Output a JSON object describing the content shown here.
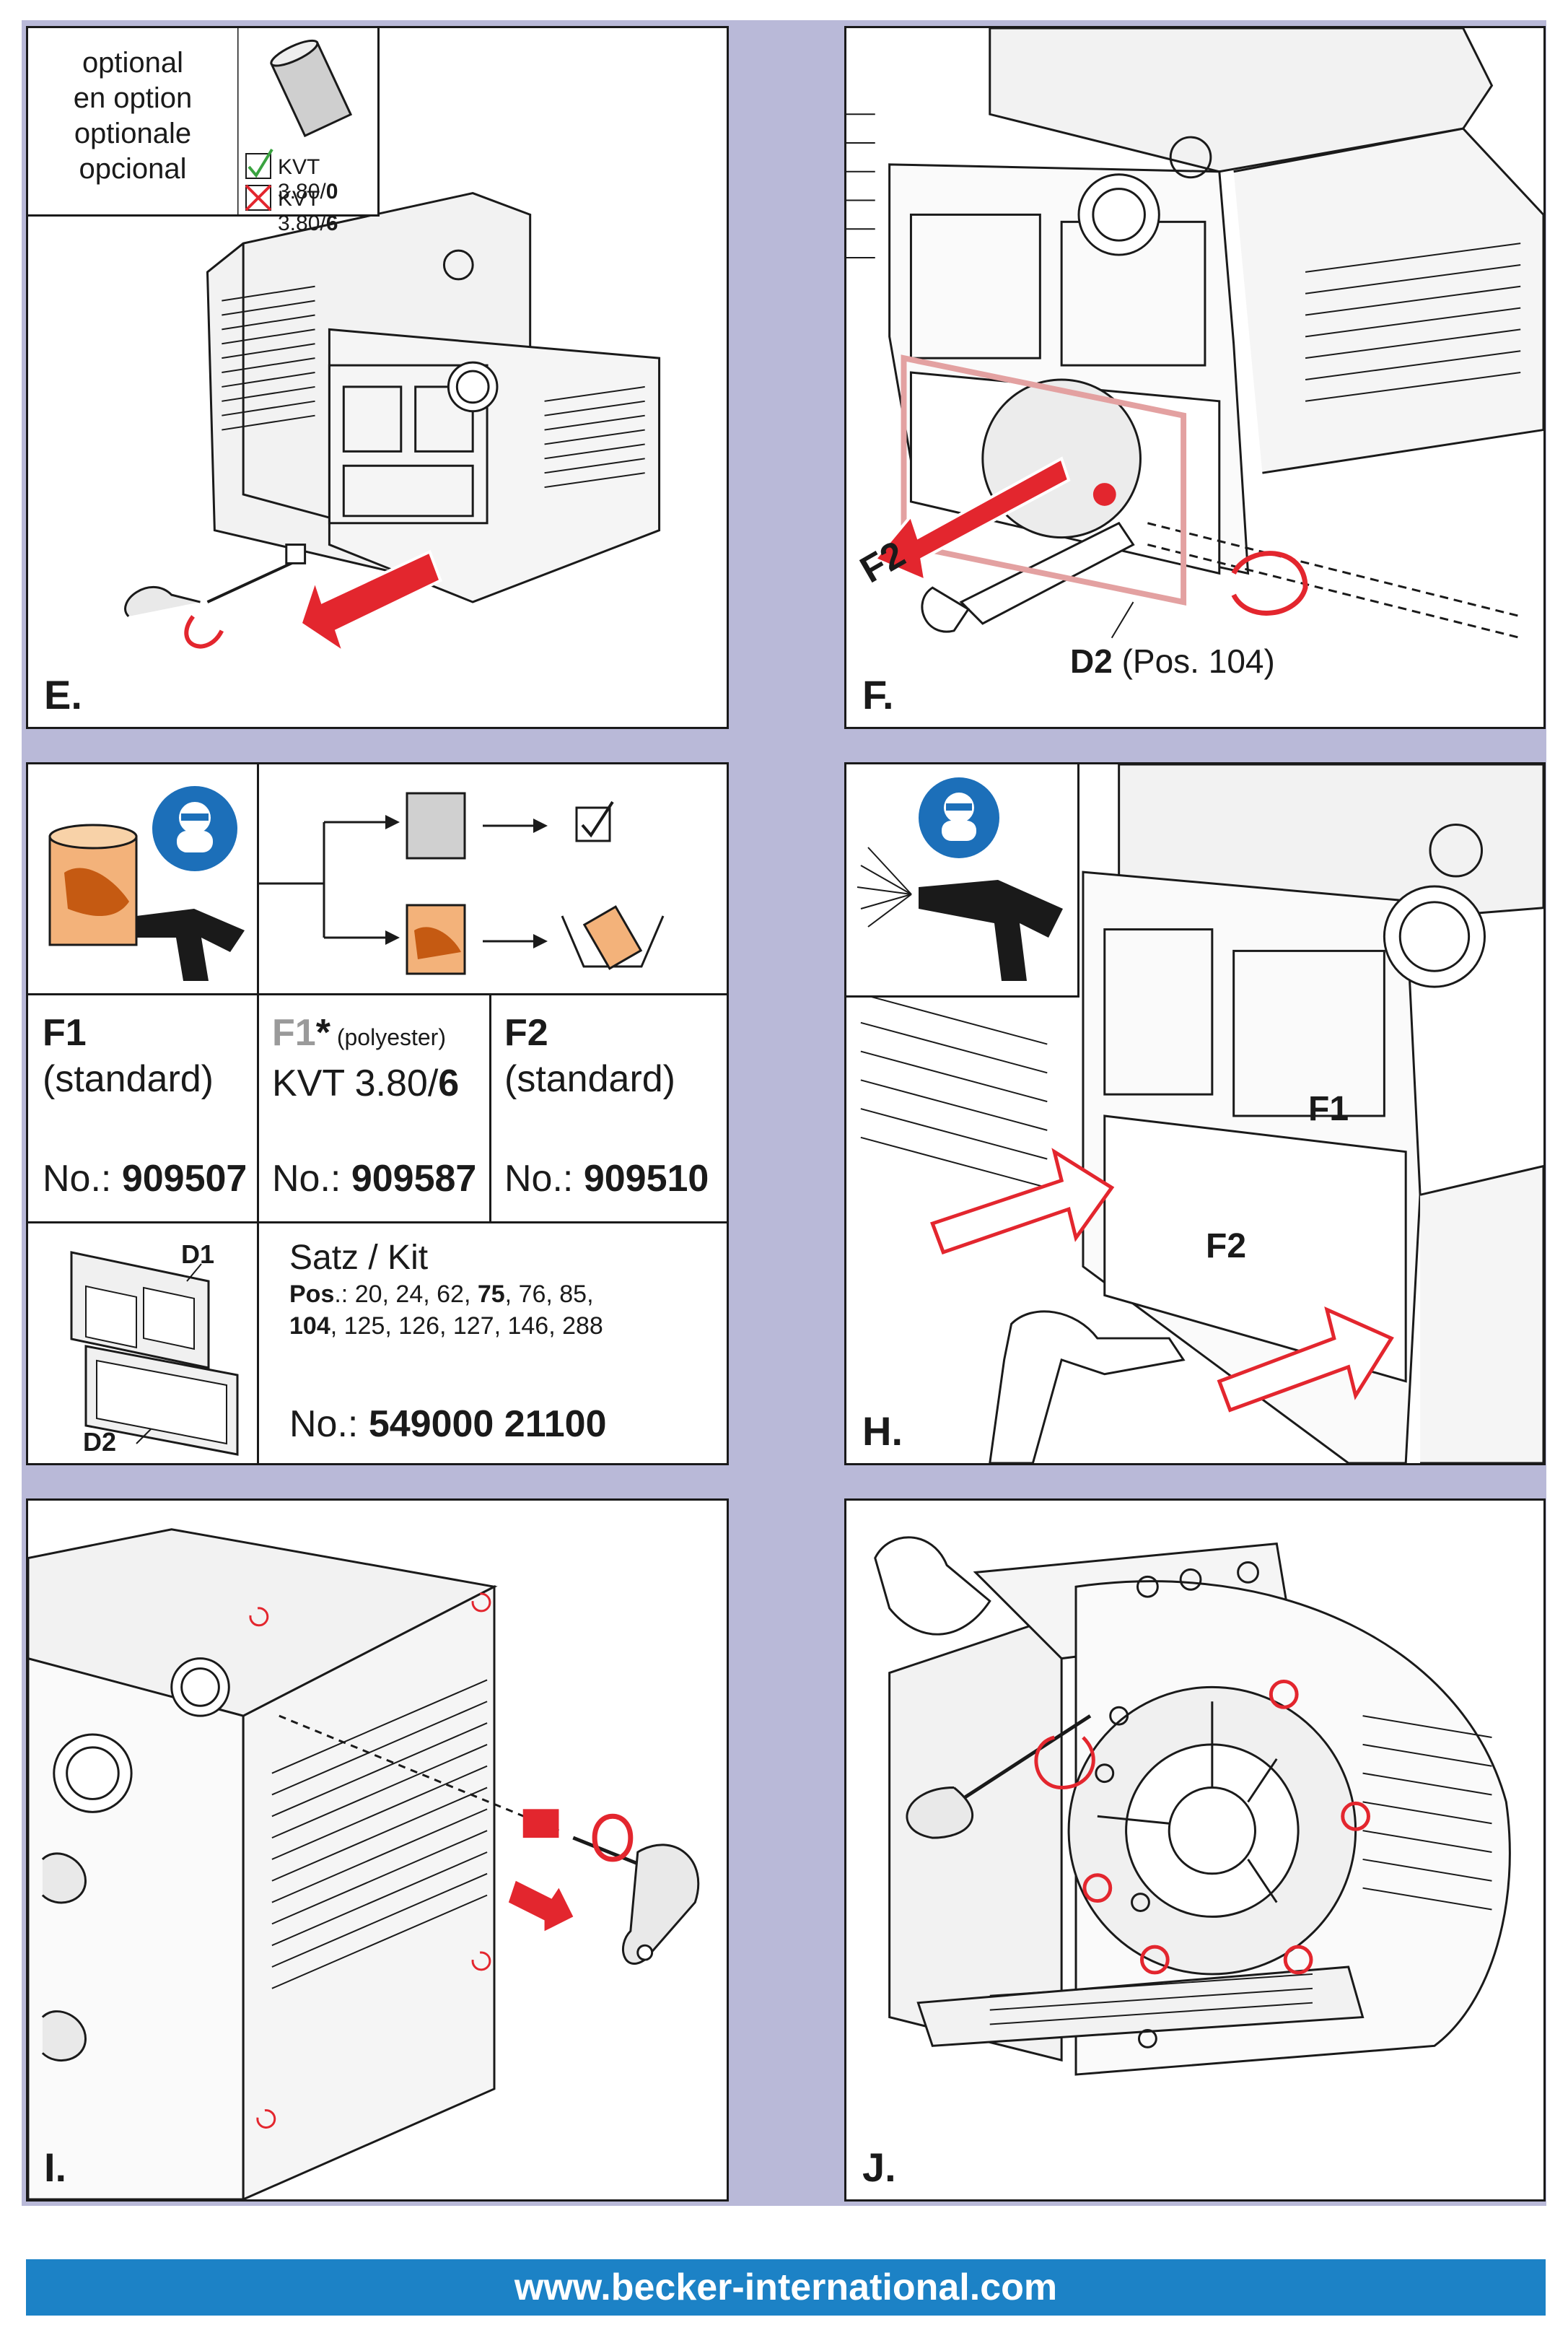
{
  "panels": {
    "e": {
      "label": "E.",
      "optional_lines": [
        "optional",
        "en option",
        "optionale",
        "opcional"
      ],
      "kvt_ok": {
        "prefix": "KVT 3.80/",
        "suffix": "0"
      },
      "kvt_no": {
        "prefix": "KVT 3.80/",
        "suffix": "6"
      }
    },
    "f": {
      "label": "F.",
      "arrow_label": "F2",
      "gasket_label": {
        "bold": "D2",
        "rest": " (Pos. 104)"
      }
    },
    "filters": {
      "f1": {
        "name": "F1",
        "type": "(standard)",
        "no_label": "No.:",
        "no_value": "909507"
      },
      "f1p": {
        "name": "F1",
        "star": "*",
        "note": " (polyester)",
        "line2_prefix": "KVT 3.80/",
        "line2_bold": "6",
        "no_label": "No.:",
        "no_value": "909587"
      },
      "f2": {
        "name": "F2",
        "type": "(standard)",
        "no_label": "No.:",
        "no_value": "909510"
      },
      "kit": {
        "title": "Satz / Kit",
        "pos_label": "Pos",
        "pos_line1": ".: 20, 24, 62, ",
        "pos_bold": "75",
        "pos_line1_end": ", 76, 85,",
        "pos_line2_bold": "104",
        "pos_line2": ", 125, 126, 127, 146, 288",
        "no_label": "No.:",
        "no_value": "549000 21100",
        "d1": "D1",
        "d2": "D2"
      }
    },
    "h": {
      "label": "H.",
      "f1": "F1",
      "f2": "F2"
    },
    "i": {
      "label": "I."
    },
    "j": {
      "label": "J."
    }
  },
  "footer": {
    "url": "www.becker-international.com"
  },
  "colors": {
    "accent_red": "#e3262e",
    "brand_blue": "#1c82c6",
    "frame": "#b9b9d8",
    "filter_orange": "#d97a2b"
  }
}
